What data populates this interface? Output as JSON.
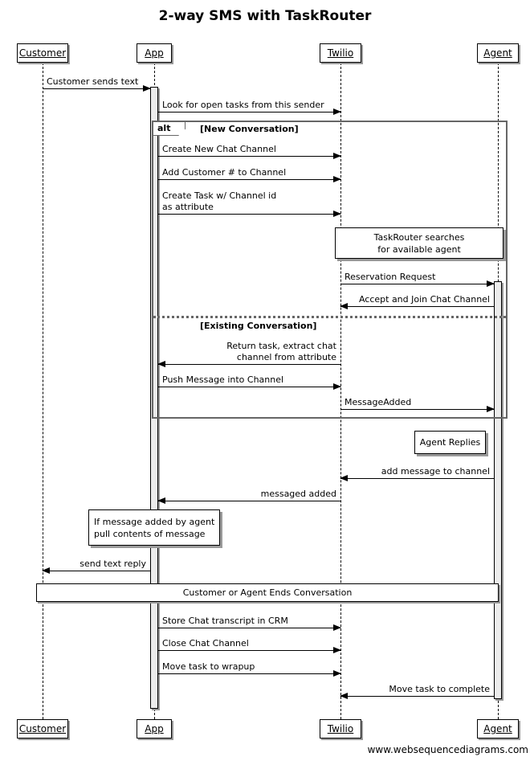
{
  "title": "2-way SMS with TaskRouter",
  "watermark": "www.websequencediagrams.com",
  "actors": {
    "customer": "Customer",
    "app": "App",
    "twilio": "Twilio",
    "agent": "Agent"
  },
  "frame": {
    "operator": "alt",
    "case_new": "[New Conversation]",
    "case_existing": "[Existing Conversation]"
  },
  "messages": {
    "customer_sends_text": "Customer sends text",
    "look_for_tasks": "Look for open tasks from this sender",
    "create_channel": "Create New Chat Channel",
    "add_customer": "Add Customer # to Channel",
    "create_task": "Create Task w/ Channel id\nas attribute",
    "reservation_request": "Reservation Request",
    "accept_join": "Accept and Join Chat Channel",
    "return_task": "Return task, extract chat\nchannel from attribute",
    "push_message": "Push Message into Channel",
    "message_added_event": "MessageAdded",
    "add_message_to_channel": "add message to channel",
    "messaged_added": "messaged added",
    "send_text_reply": "send text reply",
    "store_transcript": "Store Chat transcript in CRM",
    "close_channel": "Close Chat Channel",
    "move_wrapup": "Move task to wrapup",
    "move_complete": "Move task to complete"
  },
  "notes": {
    "taskrouter_search": "TaskRouter searches\nfor available agent",
    "agent_replies": "Agent Replies",
    "pull_contents": "If message added by agent\npull contents of message"
  },
  "band": {
    "ends_conversation": "Customer or Agent Ends Conversation"
  }
}
